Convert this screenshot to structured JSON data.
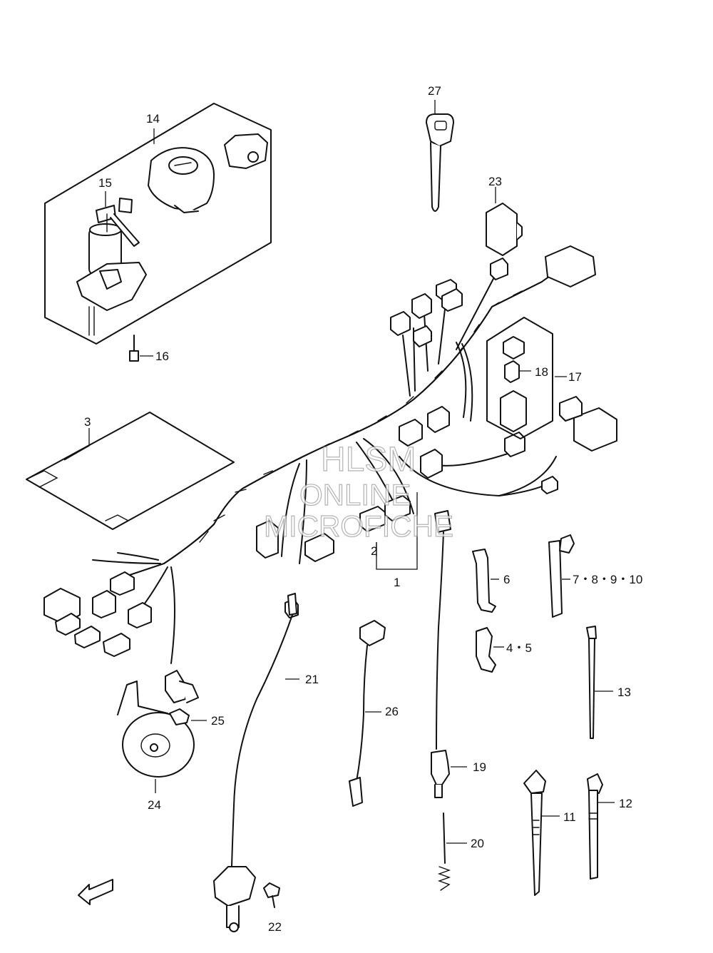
{
  "labels": {
    "p1": "1",
    "p2": "2",
    "p3": "3",
    "p4_5": "4・5",
    "p6": "6",
    "p7_10": "7・8・9・10",
    "p11": "11",
    "p12": "12",
    "p13": "13",
    "p14": "14",
    "p15": "15",
    "p16": "16",
    "p17": "17",
    "p18": "18",
    "p19": "19",
    "p20": "20",
    "p21": "21",
    "p22": "22",
    "p23": "23",
    "p24": "24",
    "p25": "25",
    "p26": "26",
    "p27": "27"
  },
  "watermark": {
    "line1": "HLSM",
    "line2": "ONLINE",
    "line3": "MICROFICHE"
  },
  "fwd_label": "FWD",
  "colors": {
    "ink": "#111111",
    "paper": "#ffffff",
    "watermark": "#9a9a9a"
  }
}
